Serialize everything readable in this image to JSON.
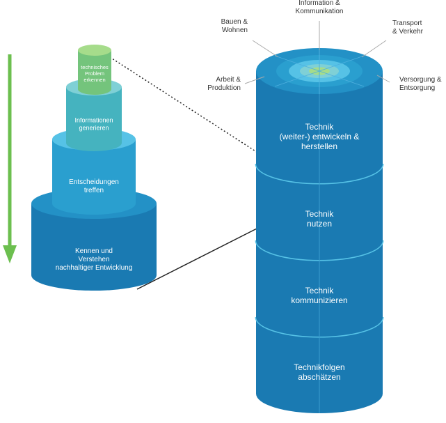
{
  "colors": {
    "dark_body": "#1a7ab2",
    "dark_top": "#2391c6",
    "dark_edge": "#0f5f92",
    "mid_body": "#2a9fcf",
    "mid_top": "#56c2e6",
    "light_body": "#45b3bf",
    "light_top": "#7fd0d6",
    "green_body": "#74c47c",
    "green_top": "#a6dc8b",
    "arrow": "#6cbf4f",
    "label": "#333333"
  },
  "pyramid": {
    "levels": [
      "Kennen und\nVerstehen\nnachhaltiger Entwicklung",
      "Entscheidungen\ntreffen",
      "Informationen\ngenerieren",
      "technisches\nProblem\nerkennen"
    ]
  },
  "tower": {
    "segments": [
      "Technik\n(weiter-) entwickeln &\nherstellen",
      "Technik\nnutzen",
      "Technik\nkommunizieren",
      "Technikfolgen\nabschätzen"
    ]
  },
  "domains": [
    "Information &\nKommunikation",
    "Bauen &\nWohnen",
    "Transport\n& Verkehr",
    "Arbeit &\nProduktion",
    "Versorgung &\nEntsorgung"
  ]
}
